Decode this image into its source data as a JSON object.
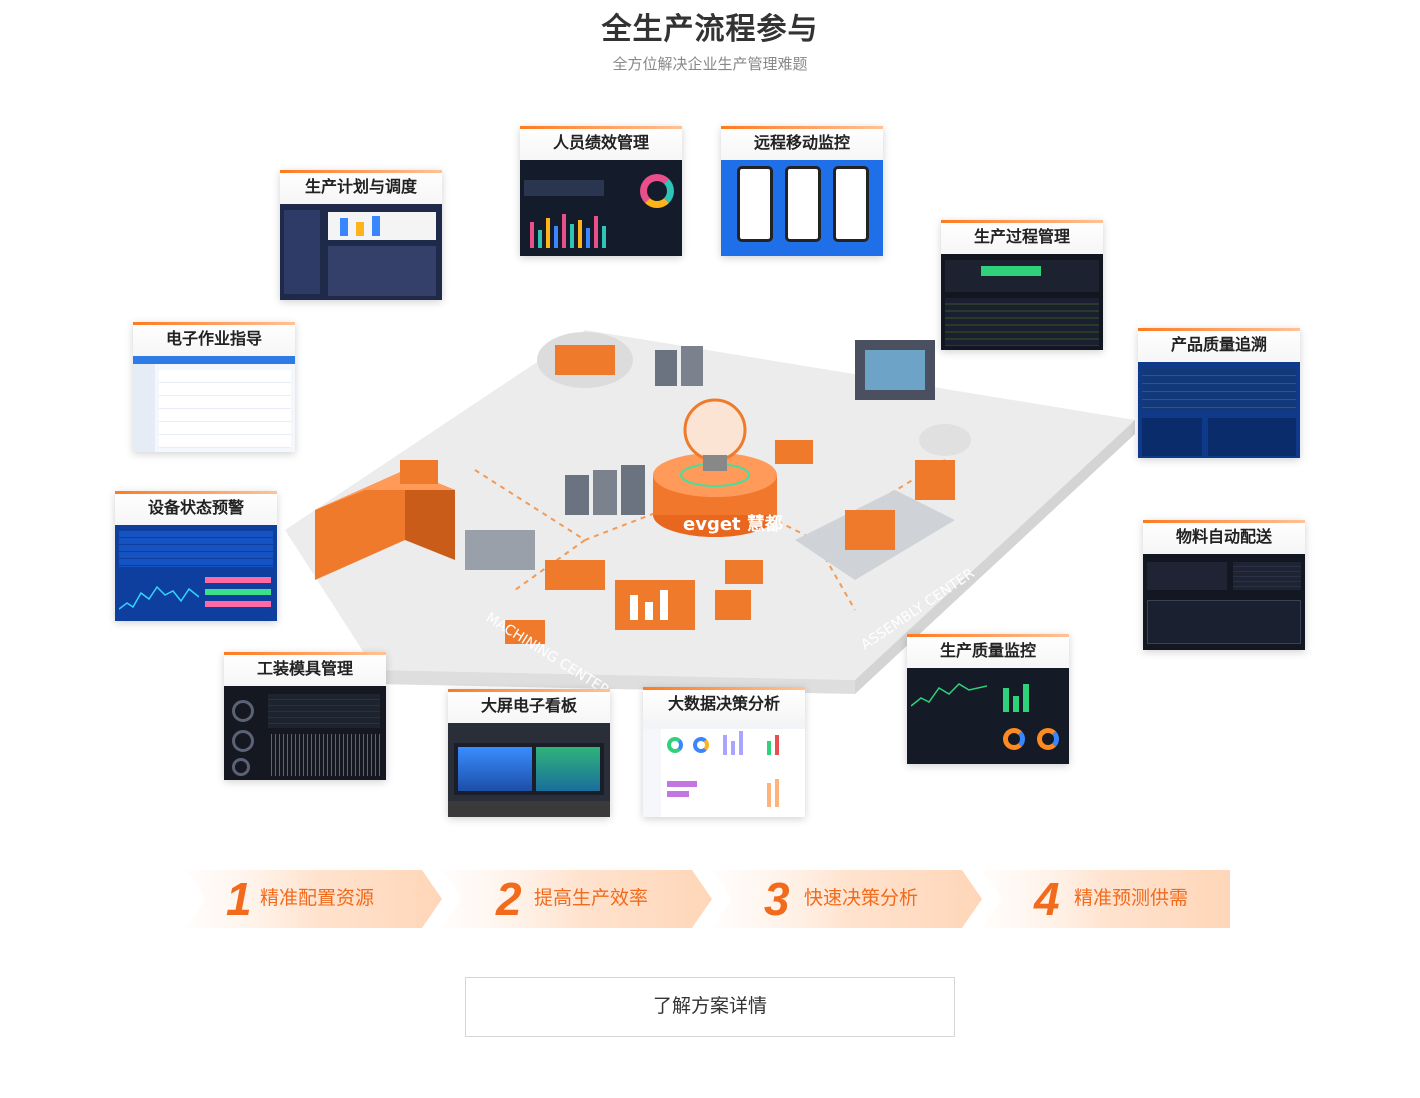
{
  "header": {
    "title": "全生产流程参与",
    "subtitle": "全方位解决企业生产管理难题"
  },
  "scene": {
    "brand": "evget",
    "brand_cn": "慧都",
    "zone_machining": "MACHINING CENTER",
    "zone_assembly": "ASSEMBLY CENTER"
  },
  "modules": [
    {
      "key": "plan",
      "title": "生产计划与调度",
      "theme": "dark"
    },
    {
      "key": "people",
      "title": "人员绩效管理",
      "theme": "dark"
    },
    {
      "key": "mobile",
      "title": "远程移动监控",
      "theme": "blue"
    },
    {
      "key": "process",
      "title": "生产过程管理",
      "theme": "dark"
    },
    {
      "key": "guide",
      "title": "电子作业指导",
      "theme": "light"
    },
    {
      "key": "trace",
      "title": "产品质量追溯",
      "theme": "navy"
    },
    {
      "key": "alarm",
      "title": "设备状态预警",
      "theme": "navy"
    },
    {
      "key": "delivery",
      "title": "物料自动配送",
      "theme": "dark"
    },
    {
      "key": "quality",
      "title": "生产质量监控",
      "theme": "dark"
    },
    {
      "key": "tooling",
      "title": "工装模具管理",
      "theme": "dark"
    },
    {
      "key": "bigscreen",
      "title": "大屏电子看板",
      "theme": "photo"
    },
    {
      "key": "bigdata",
      "title": "大数据决策分析",
      "theme": "light"
    }
  ],
  "benefits": [
    {
      "num": "1",
      "label": "精准配置资源"
    },
    {
      "num": "2",
      "label": "提高生产效率"
    },
    {
      "num": "3",
      "label": "快速决策分析"
    },
    {
      "num": "4",
      "label": "精准预测供需"
    }
  ],
  "cta": {
    "label": "了解方案详情"
  },
  "colors": {
    "accent": "#f26a1b",
    "dark_panel": "#1c2333",
    "blue_panel": "#1f6fe8",
    "navy_panel": "#0f3a8c"
  }
}
